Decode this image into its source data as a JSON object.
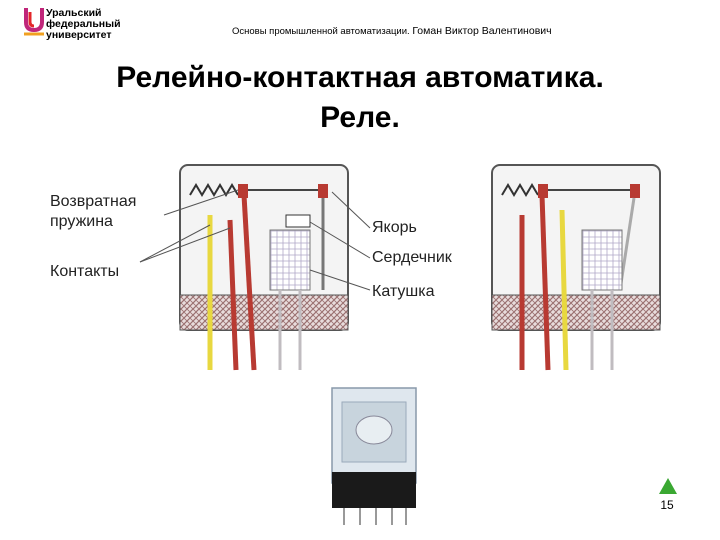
{
  "logo": {
    "line1": "Уральский",
    "line2": "федеральный",
    "line3": "университет"
  },
  "header": {
    "course": "Основы промышленной автоматизации.",
    "author": "Гоман Виктор Валентинович"
  },
  "title": {
    "line1": "Релейно-контактная автоматика.",
    "line2": "Реле."
  },
  "diagram": {
    "labels": {
      "return_spring_1": "Возвратная",
      "return_spring_2": "пружина",
      "contacts": "Контакты",
      "armature": "Якорь",
      "core": "Сердечник",
      "coil": "Катушка"
    },
    "colors": {
      "yellow_wire": "#e8d840",
      "red_wire": "#b83a32",
      "grey_wire": "#c0bcc0",
      "base_hatch": "#9a7070"
    }
  },
  "page": {
    "number": "15",
    "badge_color": "#3aa832"
  }
}
